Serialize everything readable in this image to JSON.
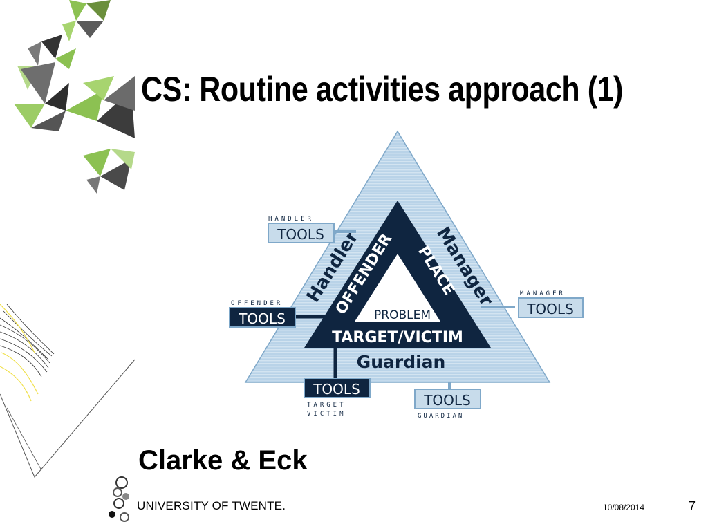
{
  "slide": {
    "title": "CS: Routine activities approach (1)",
    "credit": "Clarke & Eck",
    "footer_university": "UNIVERSITY OF TWENTE.",
    "footer_date": "10/08/2014",
    "page_number": "7"
  },
  "diagram": {
    "outer_left": "Handler",
    "outer_right": "Manager",
    "outer_bottom": "Guardian",
    "inner_left": "OFFENDER",
    "inner_right": "PLACE",
    "inner_bottom": "TARGET/VICTIM",
    "center": "PROBLEM",
    "tools_label": "TOOLS",
    "caption_handler": "HANDLER",
    "caption_offender": "OFFENDER",
    "caption_manager": "MANAGER",
    "caption_target_line1": "TARGET",
    "caption_target_line2": "VICTIM",
    "caption_guardian": "GUARDIAN"
  },
  "colors": {
    "outer_fill": "#b9d3e8",
    "outer_stripe": "#cfe1ef",
    "inner_fill": "#0f2540",
    "tools_light_fill": "#c8dceb",
    "tools_dark_fill": "#0f2540",
    "deco_green": "#8cc152",
    "deco_yellow": "#f0e04a"
  }
}
